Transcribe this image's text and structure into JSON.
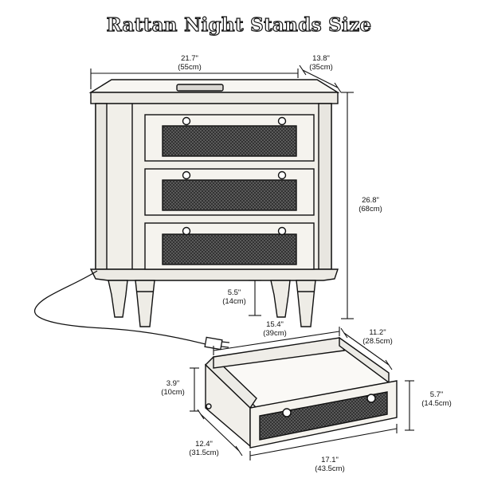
{
  "title": "Rattan Night Stands Size",
  "dimensions": {
    "top_width": {
      "imperial": "21.7\"",
      "metric": "(55cm)"
    },
    "top_depth": {
      "imperial": "13.8\"",
      "metric": "(35cm)"
    },
    "height": {
      "imperial": "26.8\"",
      "metric": "(68cm)"
    },
    "leg_height": {
      "imperial": "5.5\"",
      "metric": "(14cm)"
    },
    "drawer_inner_width": {
      "imperial": "15.4\"",
      "metric": "(39cm)"
    },
    "drawer_inner_depth": {
      "imperial": "11.2\"",
      "metric": "(28.5cm)"
    },
    "drawer_inner_height": {
      "imperial": "3.9\"",
      "metric": "(10cm)"
    },
    "drawer_outer_height": {
      "imperial": "5.7\"",
      "metric": "(14.5cm)"
    },
    "drawer_outer_depth": {
      "imperial": "12.4\"",
      "metric": "(31.5cm)"
    },
    "drawer_outer_width": {
      "imperial": "17.1\"",
      "metric": "(43.5cm)"
    }
  },
  "colors": {
    "ink": "#111111",
    "wood": "#f3f1ec",
    "rattan": "#3a3a3a",
    "background": "#ffffff"
  }
}
